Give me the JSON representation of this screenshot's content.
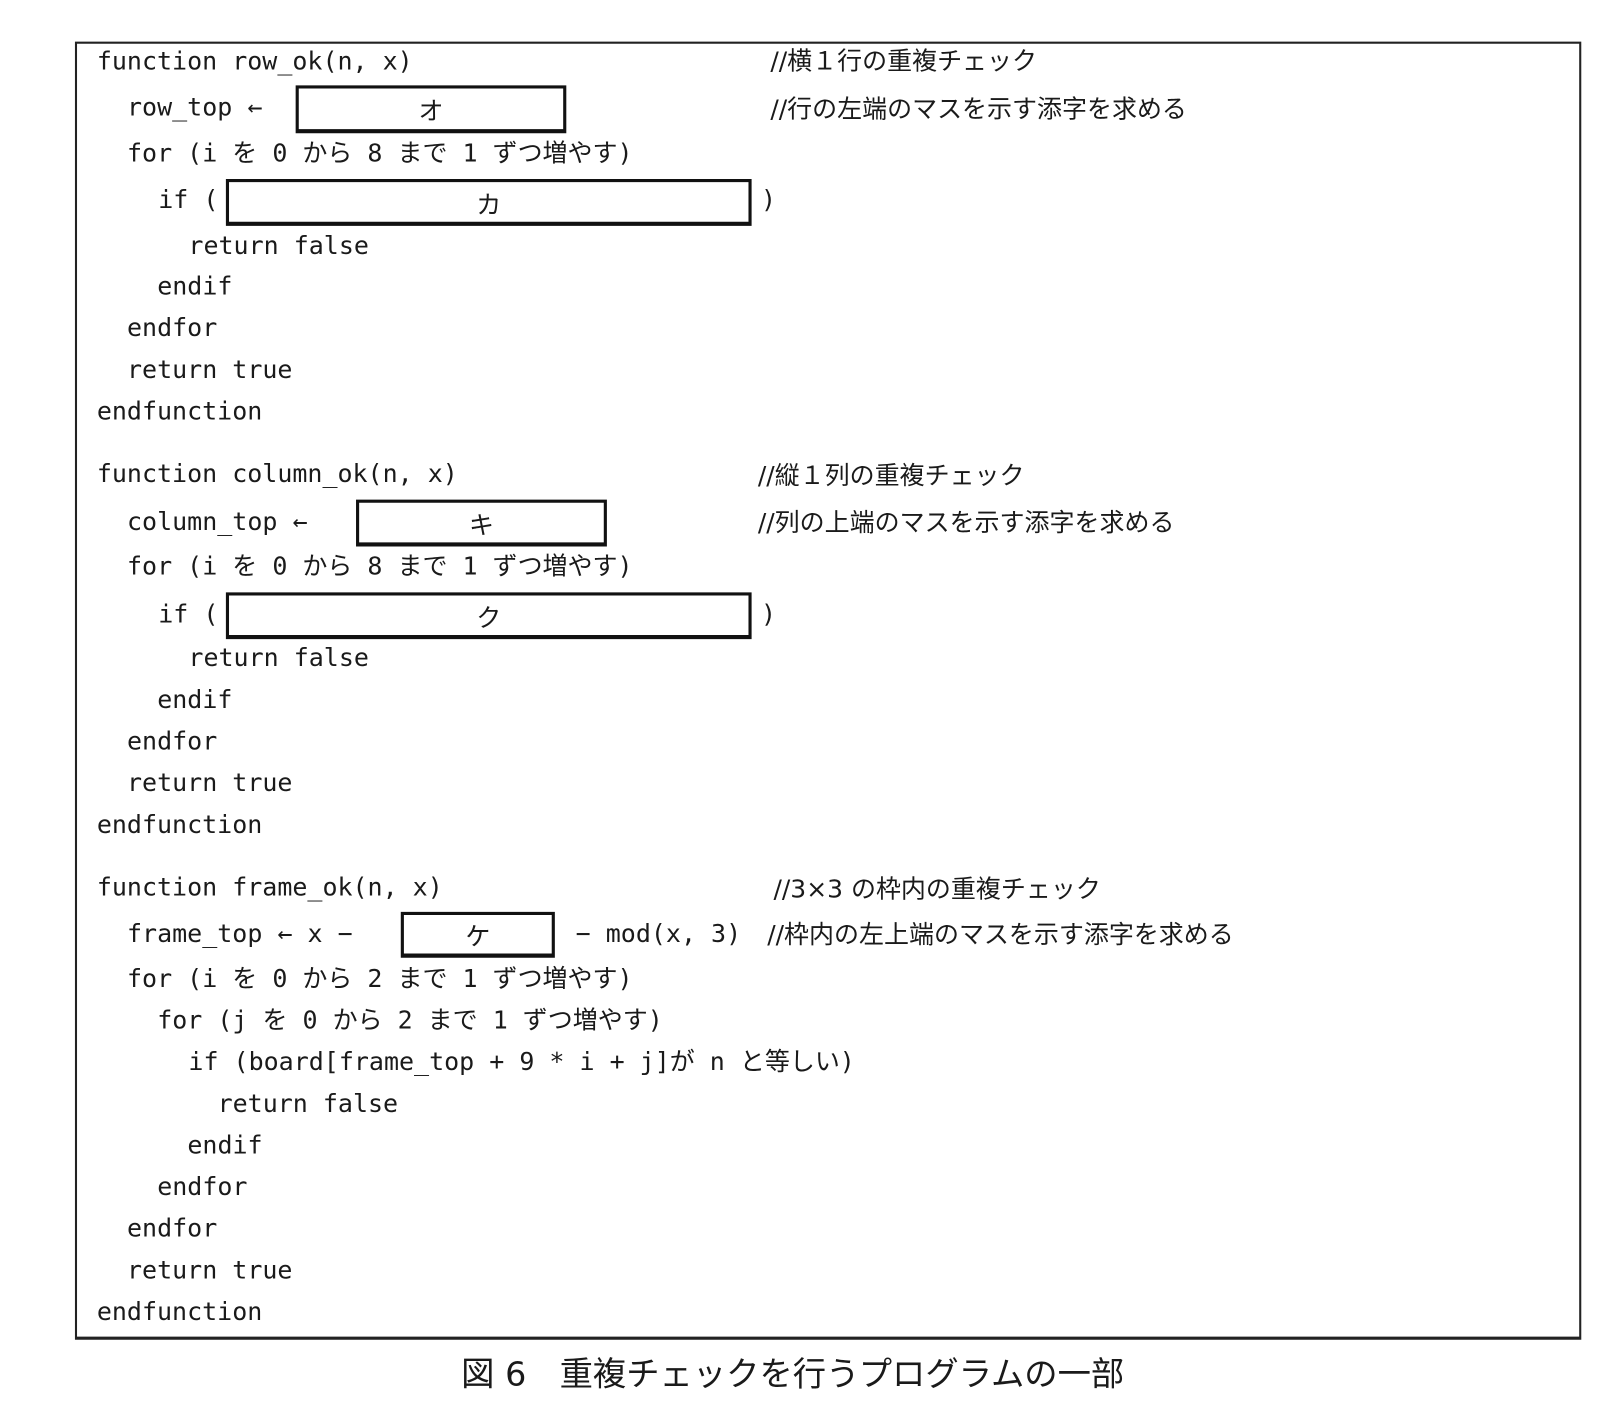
{
  "row_ok": {
    "signature": "function row_ok(n, x)",
    "comment1": "//横１行の重複チェック",
    "assign": "row_top ←",
    "blank_assign": "オ",
    "comment2": "//行の左端のマスを示す添字を求める",
    "for": "for (i を 0 から 8 まで 1 ずつ増やす)",
    "if_open": "if (",
    "blank_if": "カ",
    "if_close": ")",
    "return_false": "return false",
    "endif": "endif",
    "endfor": "endfor",
    "return_true": "return true",
    "end": "endfunction"
  },
  "column_ok": {
    "signature": "function column_ok(n, x)",
    "comment1": "//縦１列の重複チェック",
    "assign": "column_top ←",
    "blank_assign": "キ",
    "comment2": "//列の上端のマスを示す添字を求める",
    "for": "for (i を 0 から 8 まで 1 ずつ増やす)",
    "if_open": "if (",
    "blank_if": "ク",
    "if_close": ")",
    "return_false": "return false",
    "endif": "endif",
    "endfor": "endfor",
    "return_true": "return true",
    "end": "endfunction"
  },
  "frame_ok": {
    "signature": "function frame_ok(n, x)",
    "comment1": "//3×3 の枠内の重複チェック",
    "assign": "frame_top ← x −",
    "blank_assign": "ケ",
    "assign_tail": "− mod(x, 3)",
    "comment2": "//枠内の左上端のマスを示す添字を求める",
    "for_i": "for (i を 0 から 2 まで 1 ずつ増やす)",
    "for_j": "for (j を 0 から 2 まで 1 ずつ増やす)",
    "if": "if (board[frame_top + 9 * i + j]が n と等しい)",
    "return_false": "return false",
    "endif": "endif",
    "endfor_inner": "endfor",
    "endfor_outer": "endfor",
    "return_true": "return true",
    "end": "endfunction"
  },
  "caption": "図 6　重複チェックを行うプログラムの一部"
}
